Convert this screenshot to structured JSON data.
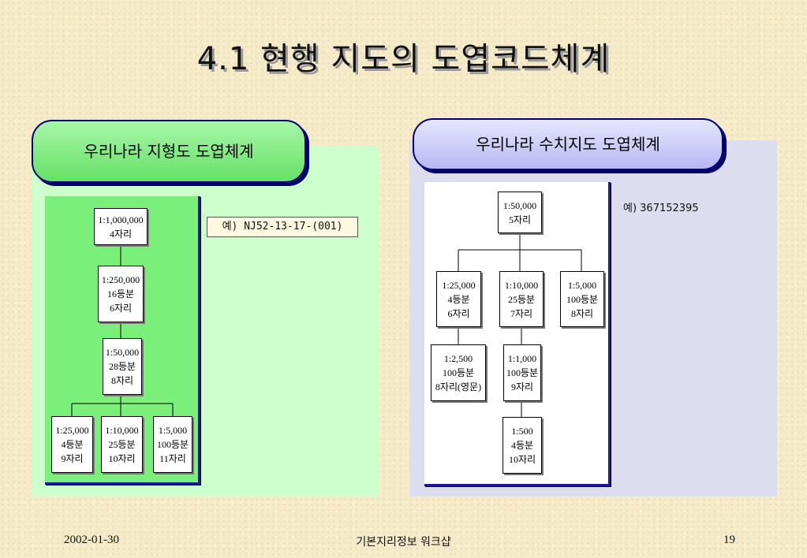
{
  "title": "4.1 현행 지도의 도엽코드체계",
  "left": {
    "heading": "우리나라 지형도 도엽체계",
    "example": "예) NJ52-13-17-(001)",
    "boxes": [
      {
        "id": "l1",
        "lines": [
          "1:1,000,000",
          "4자리"
        ]
      },
      {
        "id": "l2",
        "lines": [
          "1:250,000",
          "16등분",
          "6자리"
        ]
      },
      {
        "id": "l3",
        "lines": [
          "1:50,000",
          "28등분",
          "8자리"
        ]
      },
      {
        "id": "l4",
        "lines": [
          "1:25,000",
          "4등분",
          "9자리"
        ]
      },
      {
        "id": "l5",
        "lines": [
          "1:10,000",
          "25등분",
          "10자리"
        ]
      },
      {
        "id": "l6",
        "lines": [
          "1:5,000",
          "100등분",
          "11자리"
        ]
      }
    ]
  },
  "right": {
    "heading": "우리나라 수치지도 도엽체계",
    "example": "예) 367152395",
    "boxes": [
      {
        "id": "r1",
        "lines": [
          "1:50,000",
          "5자리"
        ]
      },
      {
        "id": "r2",
        "lines": [
          "1:25,000",
          "4등분",
          "6자리"
        ]
      },
      {
        "id": "r3",
        "lines": [
          "1:10,000",
          "25등분",
          "7자리"
        ]
      },
      {
        "id": "r4",
        "lines": [
          "1:5,000",
          "100등분",
          "8자리"
        ]
      },
      {
        "id": "r5",
        "lines": [
          "1:2,500",
          "100등분",
          "8자리(영문)"
        ]
      },
      {
        "id": "r6",
        "lines": [
          "1:1,000",
          "100등분",
          "9자리"
        ]
      },
      {
        "id": "r7",
        "lines": [
          "1:500",
          "4등분",
          "10자리"
        ]
      }
    ]
  },
  "footer": {
    "date": "2002-01-30",
    "center": "기본지리정보 워크샵",
    "page": "19"
  }
}
